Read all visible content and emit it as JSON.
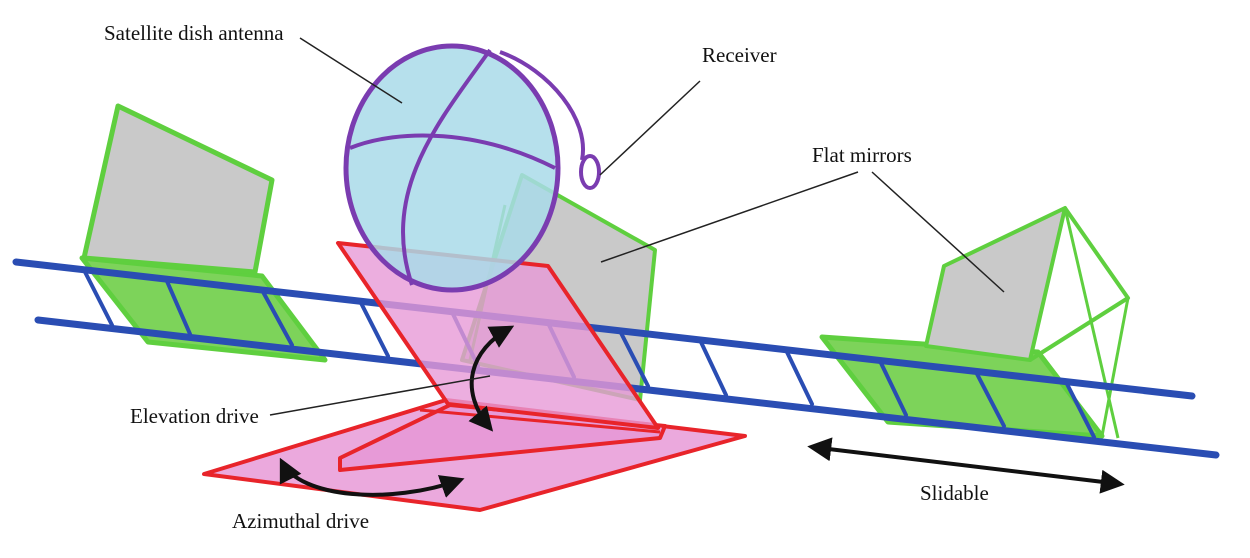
{
  "labels": {
    "dish": "Satellite dish antenna",
    "receiver": "Receiver",
    "mirrors": "Flat mirrors",
    "elevation": "Elevation drive",
    "azimuthal": "Azimuthal drive",
    "slidable": "Slidable"
  },
  "colors": {
    "rail": "#2a4db3",
    "mirror_frame": "#5fcf3f",
    "mirror_face": "#c9c9c9",
    "mirror_base": "#7dd35a",
    "mount_frame": "#e8242a",
    "mount_fill": "#e79ad7",
    "dish_frame": "#7a3cb0",
    "dish_fill": "#a9dbe9",
    "arrow": "#111111",
    "leader": "#222222"
  }
}
